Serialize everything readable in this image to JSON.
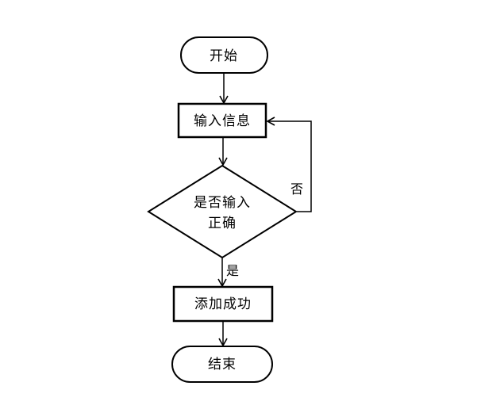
{
  "diagram": {
    "type": "flowchart",
    "nodes": {
      "start": {
        "type": "terminator",
        "label": "开始"
      },
      "input": {
        "type": "process",
        "label": "输入信息"
      },
      "decision": {
        "type": "decision",
        "label_line1": "是否输入",
        "label_line2": "正确"
      },
      "success": {
        "type": "process",
        "label": "添加成功"
      },
      "end": {
        "type": "terminator",
        "label": "结束"
      }
    },
    "edges": {
      "start_to_input": {
        "label": ""
      },
      "input_to_decision": {
        "label": ""
      },
      "decision_to_success": {
        "label": "是"
      },
      "decision_no_loop_to_input": {
        "label": "否"
      },
      "success_to_end": {
        "label": ""
      }
    },
    "colors": {
      "stroke": "#000000",
      "fill": "#ffffff",
      "background": "#ffffff"
    }
  }
}
